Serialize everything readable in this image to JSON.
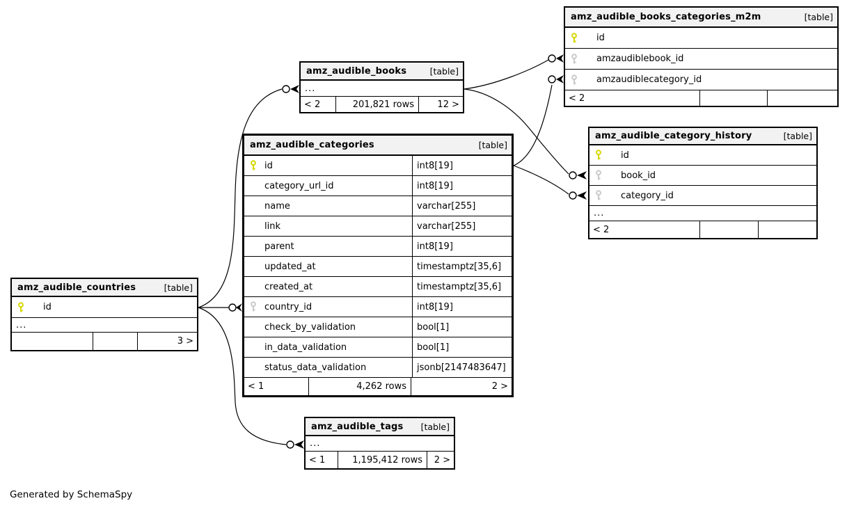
{
  "note": "Generated by SchemaSpy",
  "colors": {
    "primary_key_icon": "#d6d600",
    "foreign_key_icon": "#c9c9c9",
    "header_background": "#f2f2f2",
    "border": "#000000"
  },
  "tables": {
    "books": {
      "name": "amz_audible_books",
      "tag": "[table]",
      "ellipsis": "...",
      "footer": {
        "left": "< 2",
        "center": "201,821 rows",
        "right": "12 >"
      }
    },
    "m2m": {
      "name": "amz_audible_books_categories_m2m",
      "tag": "[table]",
      "columns": [
        {
          "name": "id",
          "key": "primary"
        },
        {
          "name": "amzaudiblebook_id",
          "key": "foreign"
        },
        {
          "name": "amzaudiblecategory_id",
          "key": "foreign"
        }
      ],
      "footer": {
        "left": "< 2",
        "center": "",
        "right": ""
      }
    },
    "history": {
      "name": "amz_audible_category_history",
      "tag": "[table]",
      "columns": [
        {
          "name": "id",
          "key": "primary"
        },
        {
          "name": "book_id",
          "key": "foreign"
        },
        {
          "name": "category_id",
          "key": "foreign"
        }
      ],
      "ellipsis": "...",
      "footer": {
        "left": "< 2",
        "center": "",
        "right": ""
      }
    },
    "categories": {
      "name": "amz_audible_categories",
      "tag": "[table]",
      "columns": [
        {
          "name": "id",
          "type": "int8[19]",
          "key": "primary"
        },
        {
          "name": "category_url_id",
          "type": "int8[19]"
        },
        {
          "name": "name",
          "type": "varchar[255]"
        },
        {
          "name": "link",
          "type": "varchar[255]"
        },
        {
          "name": "parent",
          "type": "int8[19]"
        },
        {
          "name": "updated_at",
          "type": "timestamptz[35,6]"
        },
        {
          "name": "created_at",
          "type": "timestamptz[35,6]"
        },
        {
          "name": "country_id",
          "type": "int8[19]",
          "key": "foreign"
        },
        {
          "name": "check_by_validation",
          "type": "bool[1]"
        },
        {
          "name": "in_data_validation",
          "type": "bool[1]"
        },
        {
          "name": "status_data_validation",
          "type": "jsonb[2147483647]"
        }
      ],
      "footer": {
        "left": "< 1",
        "center": "4,262 rows",
        "right": "2 >"
      }
    },
    "countries": {
      "name": "amz_audible_countries",
      "tag": "[table]",
      "columns": [
        {
          "name": "id",
          "key": "primary"
        }
      ],
      "ellipsis": "...",
      "footer": {
        "left": "",
        "center": "",
        "right": "3 >"
      }
    },
    "tags": {
      "name": "amz_audible_tags",
      "tag": "[table]",
      "ellipsis": "...",
      "footer": {
        "left": "< 1",
        "center": "1,195,412 rows",
        "right": "2 >"
      }
    }
  }
}
